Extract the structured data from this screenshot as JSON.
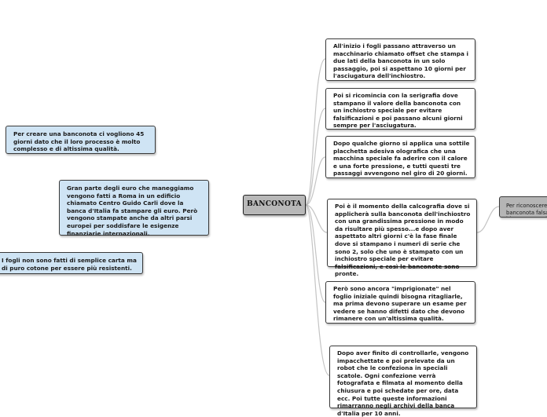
{
  "root": {
    "label": "BANCONOTA"
  },
  "right_nodes": [
    {
      "text": "All'inizio i fogli passano attraverso un macchinario chiamato offset che stampa i due lati della banconota in un solo passaggio, poi si aspettano 10 giorni per l'asciugatura dell'inchiostro."
    },
    {
      "text": "Poi si ricomincia con la serigrafia dove stampano il valore della banconota con un inchiostro speciale per evitare falsificazioni e poi passano alcuni giorni sempre per l'asciugatura."
    },
    {
      "text": "Dopo qualche giorno si applica una sottile placchetta adesiva olografica che una macchina speciale fa aderire con il calore e una forte pressione, e tutti questi tre passaggi avvengono nel giro di 20 giorni."
    },
    {
      "text": "Poi è il momento della calcografia dove si applicherà sulla banconota dell'inchiostro con una grandissima pressione in modo da risultare più spesso...e dopo aver aspettato altri giorni c'è la fase finale dove si stampano i numeri di serie che sono 2, solo che uno è stampato con un inchiostro speciale per evitare falsificazioni, e così le banconote sono pronte."
    },
    {
      "text": "Però sono ancora \"imprigionate\" nel foglio iniziale quindi bisogna ritagliarle, ma prima devono superare un esame per vedere se hanno difetti dato che devono rimanere con un'altissima qualità."
    },
    {
      "text": "Dopo aver finito di controllarle, vengono impacchettate e poi prelevate da un robot che le confeziona in speciali scatole. Ogni confezione verrà fotografata e filmata al momento della chiusura e poi schedate per ore, data ecc. Poi tutte queste informazioni rimarranno negli archivi della banca d'Italia per 10 anni."
    }
  ],
  "left_nodes": [
    {
      "text": "Per creare una banconota ci vogliono 45 giorni dato che il loro processo è molto complesso e di altissima qualità."
    },
    {
      "text": "Gran parte degli euro che maneggiamo vengono fatti a Roma in un edificio chiamato Centro Guido Carli dove la banca d'Italia fa stampare gli euro. Però vengono stampate anche da altri parsi europei per soddisfare le esigenze finanziarie internazionali."
    },
    {
      "text": "I fogli non sono fatti di semplice carta ma di puro cotone per essere più resistenti."
    }
  ],
  "far_right_node": {
    "text": "Per riconoscere una banconota falsa bisogna toccarla, guardarla controluce e muovere una banconota"
  },
  "colors": {
    "link": "#c4c4c4",
    "blue_node": "#cfe4f4",
    "root": "#b8b8b8",
    "border": "#3a3a3a"
  }
}
